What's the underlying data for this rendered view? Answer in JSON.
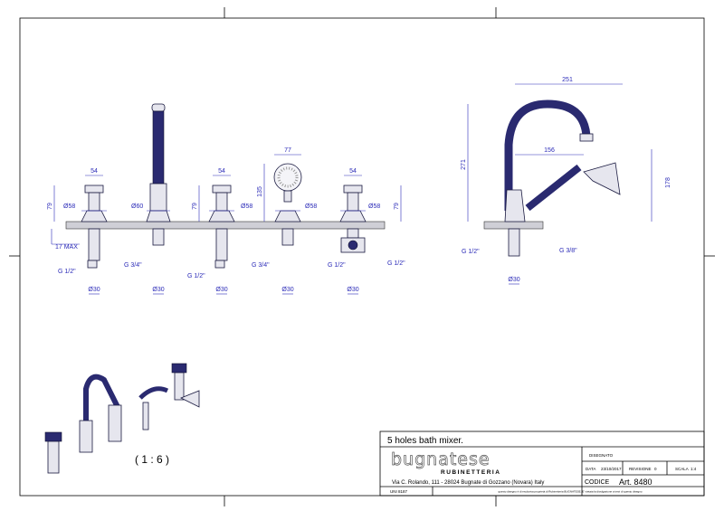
{
  "front_view": {
    "widths": [
      "54",
      "54",
      "54"
    ],
    "shower_width": "77",
    "heights": [
      "79",
      "79",
      "79"
    ],
    "shower_height": "135",
    "diameters": [
      "Ø58",
      "Ø60",
      "Ø58",
      "Ø58",
      "Ø58"
    ],
    "deck_max": "17 MAX",
    "threads": [
      "G 1/2\"",
      "G 3/4\"",
      "G 1/2\"",
      "G 3/4\"",
      "G 1/2\"",
      "G 1/2\""
    ],
    "bottom_diameters": [
      "Ø30",
      "Ø30",
      "Ø30",
      "Ø30",
      "Ø30"
    ]
  },
  "side_view": {
    "reach": "251",
    "handle_reach": "156",
    "height": "271",
    "shower_height": "178",
    "thread_left": "G 1/2\"",
    "thread_right": "G 3/8\"",
    "diameter": "Ø30"
  },
  "iso_view": {
    "scale": "( 1 : 6 )"
  },
  "title_block": {
    "title": "5 holes bath mixer.",
    "brand": "bugnatese",
    "brand_sub": "RUBINETTERIA",
    "address": "Via C. Rolando, 111 - 28024 Bugnate di Gozzano (Novara) Italy",
    "disegnato_label": "DISEGNATO",
    "data_label": "DATA",
    "data_value": "23/10/2017",
    "revisione_label": "REVISIONE",
    "revisione_value": "0",
    "scala_label": "SCALA",
    "scala_value": "1:4",
    "codice_label": "CODICE",
    "codice_value": "Art. 8480",
    "uni": "UNI 8187",
    "notice": "questo disegno è di esclusiva proprietà di Rubinetteria BUGNATESE. E' vietata la divulgazione a terzi di questo disegno"
  },
  "colors": {
    "dimension": "#2b2bb8",
    "part": "#2a2a70"
  }
}
